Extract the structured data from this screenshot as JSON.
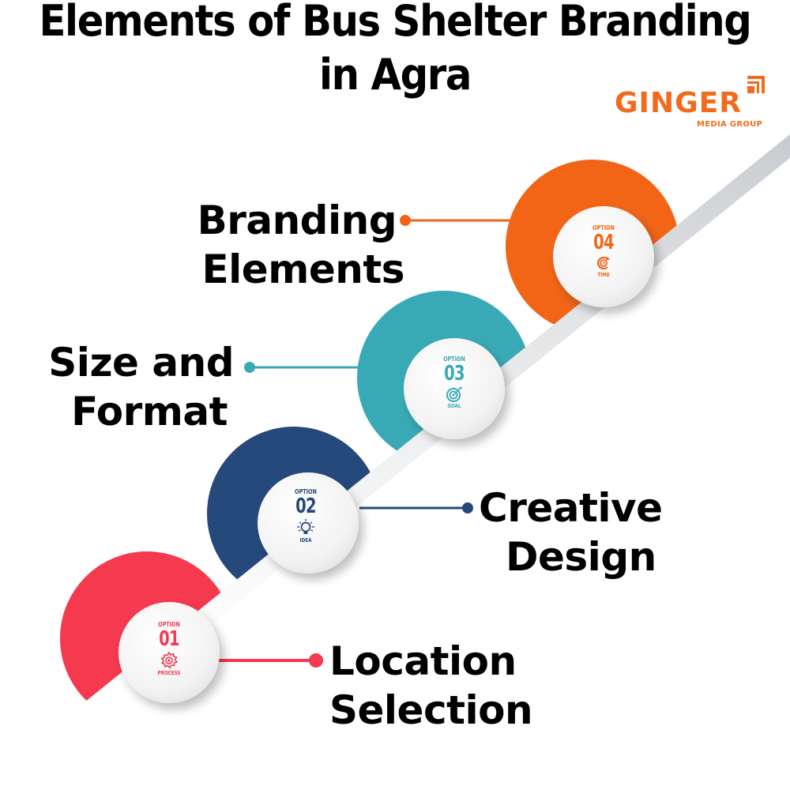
{
  "title": {
    "line1": "Elements of Bus Shelter Branding",
    "line2": "in Agra"
  },
  "logo": {
    "name": "GINGER",
    "subtitle": "MEDIA GROUP",
    "color": "#f26b1d"
  },
  "colors": {
    "option1": "#f5394f",
    "option2": "#26497b",
    "option3": "#39aab5",
    "option4": "#f26517"
  },
  "options": [
    {
      "option_label": "OPTION",
      "number": "01",
      "icon": "gear-icon",
      "caption": "PROCESS",
      "label_line1": "Location",
      "label_line2": "Selection",
      "color": "#f5394f"
    },
    {
      "option_label": "OPTION",
      "number": "02",
      "icon": "lightbulb-icon",
      "caption": "IDEA",
      "label_line1": "Creative",
      "label_line2": "Design",
      "color": "#26497b"
    },
    {
      "option_label": "OPTION",
      "number": "03",
      "icon": "target-icon",
      "caption": "GOAL",
      "label_line1": "Size and",
      "label_line2": "Format",
      "color": "#39aab5"
    },
    {
      "option_label": "OPTION",
      "number": "04",
      "icon": "clock-icon",
      "caption": "TIME",
      "label_line1": "Branding",
      "label_line2": "Elements",
      "color": "#f26517"
    }
  ]
}
